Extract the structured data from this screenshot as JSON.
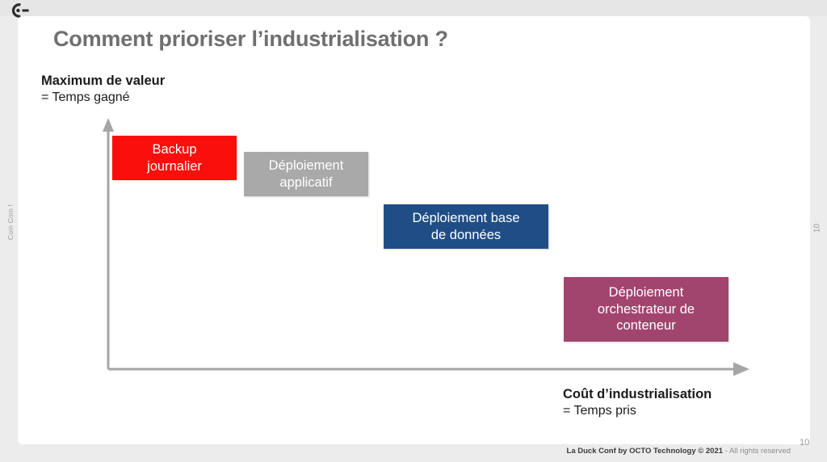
{
  "app": {
    "logo_icon": "octo-logo-icon",
    "left_rail_label": "Coin Coin !",
    "right_rail_number": "10"
  },
  "slide": {
    "title": "Comment prioriser l’industrialisation ?",
    "title_color": "#6f6f6f",
    "background": "#ffffff"
  },
  "axes": {
    "y": {
      "caption_strong": "Maximum de valeur",
      "caption_sub": "= Temps gagné",
      "arrow_icon": "arrow-up-icon",
      "color": "#a6a6a6"
    },
    "x": {
      "caption_strong": "Coût d’industrialisation",
      "caption_sub": "= Temps pris",
      "arrow_icon": "arrow-right-icon",
      "color": "#a6a6a6"
    }
  },
  "chart_data": {
    "type": "scatter",
    "title": "Comment prioriser l’industrialisation ?",
    "xlabel": "Coût d’industrialisation = Temps pris",
    "ylabel": "Maximum de valeur = Temps gagné",
    "grid": false,
    "legend": "none",
    "xlim": [
      0,
      100
    ],
    "ylim": [
      0,
      100
    ],
    "categories": [
      "Backup journalier",
      "Déploiement applicatif",
      "Déploiement base de données",
      "Déploiement orchestrateur de conteneur"
    ],
    "points": [
      {
        "label": "Backup journalier",
        "x": 14,
        "y": 88,
        "color": "#fa0f0c"
      },
      {
        "label": "Déploiement applicatif",
        "x": 35,
        "y": 78,
        "color": "#a9a9a9"
      },
      {
        "label": "Déploiement base de données",
        "x": 57,
        "y": 58,
        "color": "#1f4e87"
      },
      {
        "label": "Déploiement orchestrateur de conteneur",
        "x": 82,
        "y": 33,
        "color": "#a1456e"
      }
    ]
  },
  "boxes": [
    {
      "label_line1": "Backup",
      "label_line2": "journalier",
      "label_line3": "",
      "color": "#fa0f0c",
      "name": "chart-box-backup-journalier"
    },
    {
      "label_line1": "Déploiement",
      "label_line2": "applicatif",
      "label_line3": "",
      "color": "#a9a9a9",
      "name": "chart-box-deploiement-applicatif"
    },
    {
      "label_line1": "Déploiement base",
      "label_line2": "de données",
      "label_line3": "",
      "color": "#1f4e87",
      "name": "chart-box-deploiement-base-de-donnees"
    },
    {
      "label_line1": "Déploiement",
      "label_line2": "orchestrateur de",
      "label_line3": "conteneur",
      "color": "#a1456e",
      "name": "chart-box-deploiement-orchestrateur"
    }
  ],
  "footer": {
    "bold_text": "La Duck Conf by OCTO Technology  © 2021",
    "light_text": " - All rights reserved",
    "page_number": "10"
  }
}
